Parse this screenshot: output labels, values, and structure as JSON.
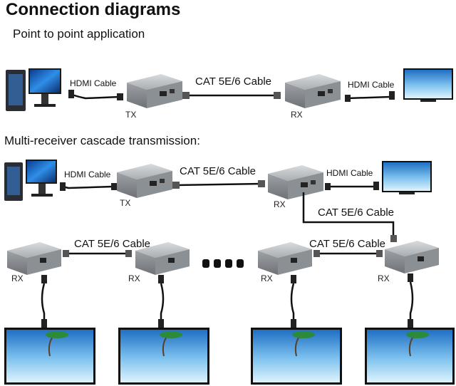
{
  "title": "Connection diagrams",
  "section1": {
    "heading": "Point to point application",
    "hdmi_left": "HDMI Cable",
    "cat": "CAT 5E/6 Cable",
    "hdmi_right": "HDMI Cable",
    "tx": "TX",
    "rx": "RX"
  },
  "section2": {
    "heading": "Multi-receiver cascade transmission:",
    "hdmi_left": "HDMI Cable",
    "cat_main": "CAT 5E/6 Cable",
    "hdmi_right": "HDMI Cable",
    "cat_down": "CAT 5E/6 Cable",
    "tx": "TX",
    "rx_main": "RX",
    "cat_bottom_left": "CAT 5E/6 Cable",
    "cat_bottom_right": "CAT 5E/6 Cable",
    "rx_bottom": [
      "RX",
      "RX",
      "RX",
      "RX"
    ]
  }
}
